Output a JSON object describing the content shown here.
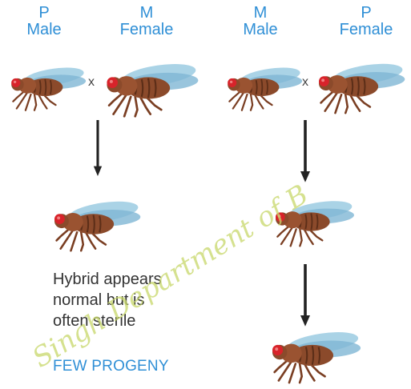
{
  "parents_left": {
    "male": {
      "type": "P",
      "sex": "Male"
    },
    "female": {
      "type": "M",
      "sex": "Female"
    }
  },
  "parents_right": {
    "male": {
      "type": "M",
      "sex": "Male"
    },
    "female": {
      "type": "P",
      "sex": "Female"
    }
  },
  "cross_symbol": "x",
  "left_result": {
    "caption_lines": [
      "Hybrid appears",
      "normal but is",
      "often sterile"
    ],
    "outcome": "FEW PROGENY"
  },
  "watermark": "Singh Department of B",
  "colors": {
    "label_blue": "#2f8fd6",
    "fly_body": "#8b4a2b",
    "fly_eye": "#d8232a",
    "wing": "#8fc3dd",
    "arrow": "#222222",
    "watermark": "#c8d86a"
  }
}
